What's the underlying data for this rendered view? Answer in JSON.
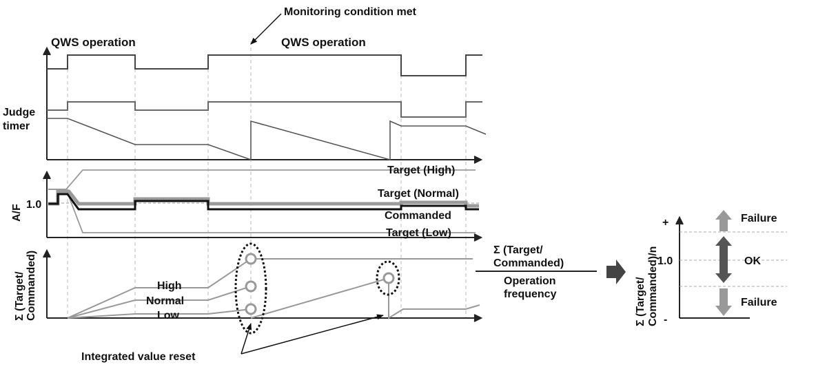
{
  "labels": {
    "monitoring": "Monitoring condition met",
    "qws_left": "QWS operation",
    "qws_right": "QWS operation",
    "judge": "Judge",
    "timer": "timer",
    "af": "A/F",
    "one_point_zero": "1.0",
    "target_high": "Target (High)",
    "target_normal": "Target (Normal)",
    "commanded": "Commanded",
    "target_low": "Target (Low)",
    "sigma_axis_line1": "Σ (Target/",
    "sigma_axis_line2": "Commanded)",
    "high": "High",
    "normal": "Normal",
    "low": "Low",
    "integrated_reset": "Integrated value reset",
    "fraction_num_line1": "Σ (Target/",
    "fraction_num_line2": "Commanded)",
    "fraction_den_line1": "Operation",
    "fraction_den_line2": "frequency",
    "right_axis_line1": "Σ (Target/",
    "right_axis_line2": "Commanded)/n",
    "plus": "+",
    "minus": "-",
    "right_one": "1.0",
    "failure_top": "Failure",
    "ok": "OK",
    "failure_bottom": "Failure"
  },
  "colors": {
    "line_dark": "#222222",
    "line_gray": "#888888",
    "circle_gray": "#999999",
    "arrow_light": "#999999",
    "arrow_dark": "#555555",
    "guide": "#bbbbbb"
  }
}
